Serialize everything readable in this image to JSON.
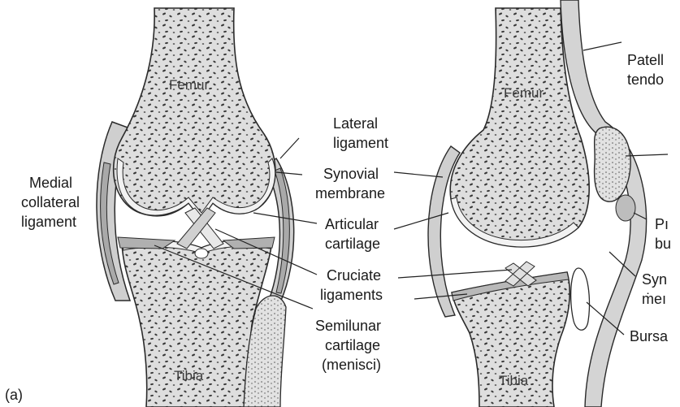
{
  "figure_label": "(a)",
  "left_view": {
    "bones": {
      "femur": "Femur",
      "tibia": "Tibia"
    },
    "labels": {
      "medial": [
        "Medial",
        "collateral",
        "ligament"
      ],
      "lateral": [
        "Lateral",
        "ligament"
      ],
      "synovial": [
        "Synovial",
        "membrane"
      ],
      "articular": [
        "Articular",
        "cartilage"
      ],
      "cruciate": [
        "Cruciate",
        "ligaments"
      ],
      "semilunar": [
        "Semilunar",
        "cartilage",
        "(menisci)"
      ]
    }
  },
  "right_view": {
    "bones": {
      "femur": "Femur",
      "tibia": "Tibia"
    },
    "labels": {
      "patellar": [
        "Patell",
        "tendo"
      ],
      "prepatellar": [
        "Pı",
        "bu"
      ],
      "synovial_partial": [
        "Syn",
        "ṁeı"
      ],
      "bursa": [
        "Bursa"
      ]
    }
  },
  "colors": {
    "bone_fill": "#d9d9d9",
    "cartilage": "#f4f4f4",
    "ligament": "#b5b5b5",
    "outline": "#2a2a2a"
  }
}
